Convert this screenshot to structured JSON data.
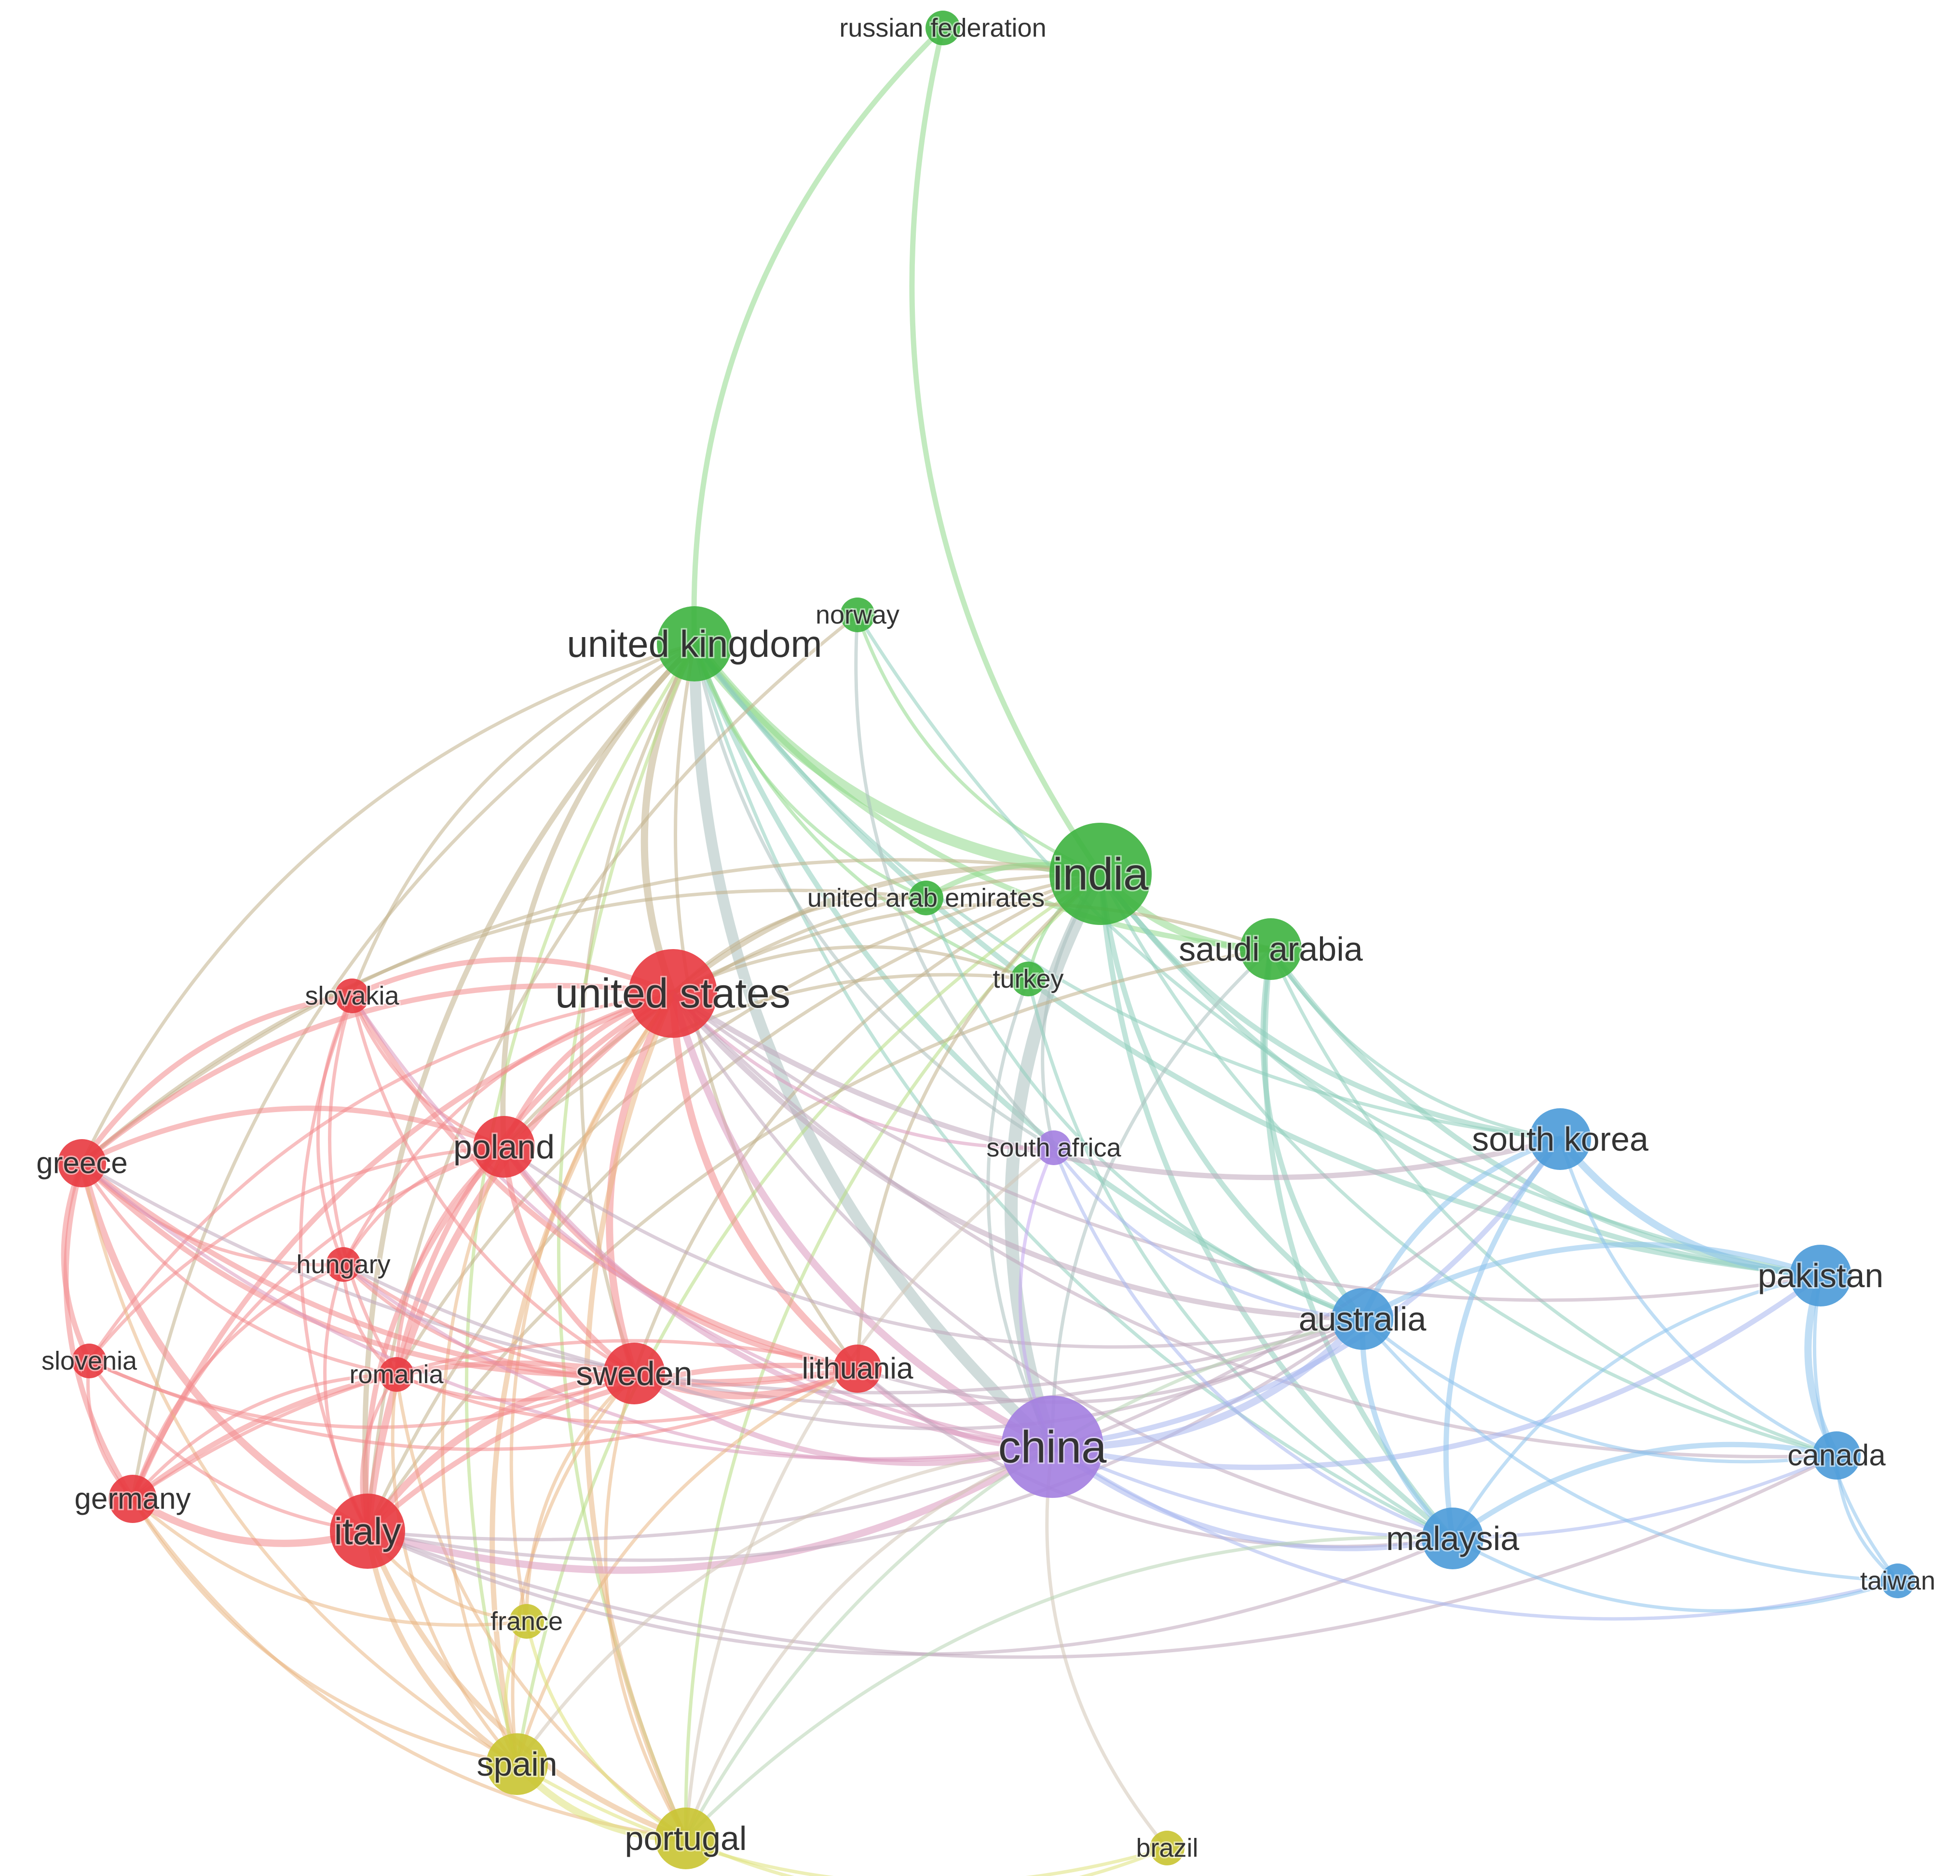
{
  "clusters": {
    "red": {
      "color": "#e8393f",
      "edge": "#f28a8c"
    },
    "green": {
      "color": "#3db33f",
      "edge": "#8fd88a"
    },
    "blue": {
      "color": "#4a9ad8",
      "edge": "#8cc3ec"
    },
    "yellow": {
      "color": "#c9c431",
      "edge": "#dfe27a"
    },
    "purple": {
      "color": "#a37ee0",
      "edge": "#c4a8f0"
    }
  },
  "nodes": [
    {
      "id": "russian_federation",
      "label": "russian federation",
      "cluster": "green",
      "weight": 1
    },
    {
      "id": "norway",
      "label": "norway",
      "cluster": "green",
      "weight": 1,
      "faded": true
    },
    {
      "id": "united_kingdom",
      "label": "united kingdom",
      "cluster": "green",
      "weight": 4
    },
    {
      "id": "india",
      "label": "india",
      "cluster": "green",
      "weight": 6
    },
    {
      "id": "united_arab_emirates",
      "label": "united arab emirates",
      "cluster": "green",
      "weight": 1,
      "faded": true
    },
    {
      "id": "saudi_arabia",
      "label": "saudi arabia",
      "cluster": "green",
      "weight": 3
    },
    {
      "id": "turkey",
      "label": "turkey",
      "cluster": "green",
      "weight": 1
    },
    {
      "id": "united_states",
      "label": "united states",
      "cluster": "red",
      "weight": 5
    },
    {
      "id": "slovakia",
      "label": "slovakia",
      "cluster": "red",
      "weight": 1
    },
    {
      "id": "poland",
      "label": "poland",
      "cluster": "red",
      "weight": 3
    },
    {
      "id": "greece",
      "label": "greece",
      "cluster": "red",
      "weight": 2
    },
    {
      "id": "hungary",
      "label": "hungary",
      "cluster": "red",
      "weight": 1
    },
    {
      "id": "slovenia",
      "label": "slovenia",
      "cluster": "red",
      "weight": 1
    },
    {
      "id": "romania",
      "label": "romania",
      "cluster": "red",
      "weight": 1
    },
    {
      "id": "sweden",
      "label": "sweden",
      "cluster": "red",
      "weight": 3
    },
    {
      "id": "lithuania",
      "label": "lithuania",
      "cluster": "red",
      "weight": 2
    },
    {
      "id": "germany",
      "label": "germany",
      "cluster": "red",
      "weight": 2
    },
    {
      "id": "italy",
      "label": "italy",
      "cluster": "red",
      "weight": 4
    },
    {
      "id": "south_africa",
      "label": "south africa",
      "cluster": "purple",
      "weight": 1
    },
    {
      "id": "china",
      "label": "china",
      "cluster": "purple",
      "weight": 6
    },
    {
      "id": "south_korea",
      "label": "south korea",
      "cluster": "blue",
      "weight": 3
    },
    {
      "id": "pakistan",
      "label": "pakistan",
      "cluster": "blue",
      "weight": 3
    },
    {
      "id": "australia",
      "label": "australia",
      "cluster": "blue",
      "weight": 3
    },
    {
      "id": "canada",
      "label": "canada",
      "cluster": "blue",
      "weight": 2
    },
    {
      "id": "malaysia",
      "label": "malaysia",
      "cluster": "blue",
      "weight": 3
    },
    {
      "id": "taiwan",
      "label": "taiwan",
      "cluster": "blue",
      "weight": 1
    },
    {
      "id": "france",
      "label": "france",
      "cluster": "yellow",
      "weight": 1
    },
    {
      "id": "spain",
      "label": "spain",
      "cluster": "yellow",
      "weight": 3
    },
    {
      "id": "portugal",
      "label": "portugal",
      "cluster": "yellow",
      "weight": 3
    },
    {
      "id": "brazil",
      "label": "brazil",
      "cluster": "yellow",
      "weight": 1
    }
  ],
  "links": [
    [
      "russian_federation",
      "united_kingdom",
      2
    ],
    [
      "russian_federation",
      "india",
      2
    ],
    [
      "united_kingdom",
      "india",
      5
    ],
    [
      "united_kingdom",
      "china",
      5
    ],
    [
      "united_kingdom",
      "united_states",
      3
    ],
    [
      "united_kingdom",
      "saudi_arabia",
      2
    ],
    [
      "united_kingdom",
      "australia",
      2
    ],
    [
      "united_kingdom",
      "pakistan",
      2
    ],
    [
      "united_kingdom",
      "malaysia",
      1
    ],
    [
      "united_kingdom",
      "greece",
      1
    ],
    [
      "united_kingdom",
      "italy",
      2
    ],
    [
      "united_kingdom",
      "poland",
      2
    ],
    [
      "united_kingdom",
      "turkey",
      1
    ],
    [
      "united_kingdom",
      "united_arab_emirates",
      1
    ],
    [
      "united_kingdom",
      "sweden",
      1
    ],
    [
      "united_kingdom",
      "south_korea",
      1
    ],
    [
      "united_kingdom",
      "germany",
      1
    ],
    [
      "united_kingdom",
      "spain",
      1
    ],
    [
      "united_kingdom",
      "slovakia",
      1
    ],
    [
      "united_kingdom",
      "south_africa",
      1
    ],
    [
      "united_kingdom",
      "portugal",
      1
    ],
    [
      "united_kingdom",
      "lithuania",
      1
    ],
    [
      "norway",
      "india",
      1
    ],
    [
      "norway",
      "south_africa",
      1
    ],
    [
      "norway",
      "pakistan",
      1
    ],
    [
      "norway",
      "italy",
      1
    ],
    [
      "india",
      "china",
      6
    ],
    [
      "india",
      "saudi_arabia",
      3
    ],
    [
      "india",
      "united_states",
      2
    ],
    [
      "india",
      "australia",
      2
    ],
    [
      "india",
      "malaysia",
      2
    ],
    [
      "india",
      "pakistan",
      2
    ],
    [
      "india",
      "south_korea",
      2
    ],
    [
      "india",
      "greece",
      1
    ],
    [
      "india",
      "italy",
      1
    ],
    [
      "india",
      "poland",
      1
    ],
    [
      "india",
      "sweden",
      1
    ],
    [
      "india",
      "portugal",
      1
    ],
    [
      "india",
      "united_arab_emirates",
      2
    ],
    [
      "india",
      "turkey",
      1
    ],
    [
      "india",
      "lithuania",
      1
    ],
    [
      "india",
      "canada",
      1
    ],
    [
      "india",
      "south_africa",
      1
    ],
    [
      "india",
      "spain",
      1
    ],
    [
      "india",
      "romania",
      1
    ],
    [
      "saudi_arabia",
      "pakistan",
      2
    ],
    [
      "saudi_arabia",
      "malaysia",
      2
    ],
    [
      "saudi_arabia",
      "australia",
      2
    ],
    [
      "saudi_arabia",
      "south_korea",
      1
    ],
    [
      "saudi_arabia",
      "china",
      1
    ],
    [
      "saudi_arabia",
      "united_states",
      1
    ],
    [
      "saudi_arabia",
      "canada",
      1
    ],
    [
      "saudi_arabia",
      "italy",
      1
    ],
    [
      "turkey",
      "china",
      1
    ],
    [
      "turkey",
      "poland",
      1
    ],
    [
      "turkey",
      "malaysia",
      1
    ],
    [
      "turkey",
      "united_states",
      1
    ],
    [
      "united_arab_emirates",
      "australia",
      1
    ],
    [
      "united_arab_emirates",
      "greece",
      1
    ],
    [
      "united_arab_emirates",
      "united_states",
      1
    ],
    [
      "united_states",
      "china",
      3
    ],
    [
      "united_states",
      "poland",
      2
    ],
    [
      "united_states",
      "sweden",
      3
    ],
    [
      "united_states",
      "italy",
      3
    ],
    [
      "united_states",
      "lithuania",
      3
    ],
    [
      "united_states",
      "greece",
      2
    ],
    [
      "united_states",
      "slovakia",
      2
    ],
    [
      "united_states",
      "germany",
      2
    ],
    [
      "united_states",
      "hungary",
      1
    ],
    [
      "united_states",
      "romania",
      2
    ],
    [
      "united_states",
      "slovenia",
      1
    ],
    [
      "united_states",
      "spain",
      2
    ],
    [
      "united_states",
      "portugal",
      2
    ],
    [
      "united_states",
      "australia",
      2
    ],
    [
      "united_states",
      "south_korea",
      2
    ],
    [
      "united_states",
      "malaysia",
      1
    ],
    [
      "united_states",
      "pakistan",
      1
    ],
    [
      "united_states",
      "canada",
      1
    ],
    [
      "united_states",
      "south_africa",
      1
    ],
    [
      "united_states",
      "france",
      1
    ],
    [
      "slovakia",
      "greece",
      2
    ],
    [
      "slovakia",
      "poland",
      1
    ],
    [
      "slovakia",
      "sweden",
      1
    ],
    [
      "slovakia",
      "italy",
      1
    ],
    [
      "slovakia",
      "lithuania",
      2
    ],
    [
      "slovakia",
      "hungary",
      1
    ],
    [
      "slovakia",
      "romania",
      1
    ],
    [
      "slovakia",
      "china",
      1
    ],
    [
      "poland",
      "sweden",
      2
    ],
    [
      "poland",
      "lithuania",
      2
    ],
    [
      "poland",
      "italy",
      2
    ],
    [
      "poland",
      "greece",
      2
    ],
    [
      "poland",
      "germany",
      1
    ],
    [
      "poland",
      "romania",
      1
    ],
    [
      "poland",
      "china",
      2
    ],
    [
      "poland",
      "australia",
      1
    ],
    [
      "poland",
      "hungary",
      1
    ],
    [
      "poland",
      "spain",
      1
    ],
    [
      "poland",
      "slovenia",
      1
    ],
    [
      "greece",
      "italy",
      3
    ],
    [
      "greece",
      "germany",
      2
    ],
    [
      "greece",
      "sweden",
      2
    ],
    [
      "greece",
      "lithuania",
      2
    ],
    [
      "greece",
      "slovenia",
      2
    ],
    [
      "greece",
      "romania",
      1
    ],
    [
      "greece",
      "hungary",
      1
    ],
    [
      "greece",
      "china",
      1
    ],
    [
      "greece",
      "spain",
      1
    ],
    [
      "greece",
      "australia",
      1
    ],
    [
      "hungary",
      "romania",
      1
    ],
    [
      "hungary",
      "sweden",
      1
    ],
    [
      "hungary",
      "italy",
      1
    ],
    [
      "hungary",
      "lithuania",
      1
    ],
    [
      "hungary",
      "germany",
      1
    ],
    [
      "hungary",
      "china",
      1
    ],
    [
      "hungary",
      "australia",
      1
    ],
    [
      "slovenia",
      "germany",
      1
    ],
    [
      "slovenia",
      "italy",
      1
    ],
    [
      "slovenia",
      "sweden",
      1
    ],
    [
      "slovenia",
      "lithuania",
      1
    ],
    [
      "romania",
      "sweden",
      1
    ],
    [
      "romania",
      "italy",
      1
    ],
    [
      "romania",
      "lithuania",
      1
    ],
    [
      "romania",
      "germany",
      1
    ],
    [
      "romania",
      "spain",
      1
    ],
    [
      "romania",
      "portugal",
      1
    ],
    [
      "sweden",
      "lithuania",
      3
    ],
    [
      "sweden",
      "italy",
      3
    ],
    [
      "sweden",
      "germany",
      2
    ],
    [
      "sweden",
      "china",
      2
    ],
    [
      "sweden",
      "spain",
      1
    ],
    [
      "sweden",
      "portugal",
      1
    ],
    [
      "sweden",
      "australia",
      1
    ],
    [
      "sweden",
      "france",
      1
    ],
    [
      "lithuania",
      "china",
      2
    ],
    [
      "lithuania",
      "italy",
      2
    ],
    [
      "lithuania",
      "australia",
      1
    ],
    [
      "lithuania",
      "germany",
      1
    ],
    [
      "lithuania",
      "spain",
      1
    ],
    [
      "lithuania",
      "malaysia",
      1
    ],
    [
      "germany",
      "italy",
      3
    ],
    [
      "germany",
      "spain",
      1
    ],
    [
      "germany",
      "portugal",
      1
    ],
    [
      "germany",
      "france",
      1
    ],
    [
      "italy",
      "china",
      3
    ],
    [
      "italy",
      "spain",
      2
    ],
    [
      "italy",
      "portugal",
      2
    ],
    [
      "italy",
      "france",
      1
    ],
    [
      "italy",
      "malaysia",
      1
    ],
    [
      "italy",
      "australia",
      1
    ],
    [
      "italy",
      "canada",
      1
    ],
    [
      "italy",
      "south_korea",
      1
    ],
    [
      "south_africa",
      "china",
      1
    ],
    [
      "south_africa",
      "australia",
      1
    ],
    [
      "south_africa",
      "malaysia",
      1
    ],
    [
      "south_africa",
      "portugal",
      1
    ],
    [
      "china",
      "australia",
      3
    ],
    [
      "china",
      "south_korea",
      2
    ],
    [
      "china",
      "pakistan",
      2
    ],
    [
      "china",
      "malaysia",
      2
    ],
    [
      "china",
      "canada",
      1
    ],
    [
      "china",
      "brazil",
      1
    ],
    [
      "china",
      "portugal",
      1
    ],
    [
      "china",
      "spain",
      1
    ],
    [
      "china",
      "taiwan",
      1
    ],
    [
      "south_korea",
      "pakistan",
      3
    ],
    [
      "south_korea",
      "australia",
      2
    ],
    [
      "south_korea",
      "malaysia",
      2
    ],
    [
      "south_korea",
      "canada",
      1
    ],
    [
      "pakistan",
      "canada",
      3
    ],
    [
      "pakistan",
      "australia",
      2
    ],
    [
      "pakistan",
      "malaysia",
      1
    ],
    [
      "pakistan",
      "taiwan",
      1
    ],
    [
      "australia",
      "malaysia",
      2
    ],
    [
      "australia",
      "canada",
      1
    ],
    [
      "australia",
      "taiwan",
      1
    ],
    [
      "australia",
      "portugal",
      1
    ],
    [
      "canada",
      "taiwan",
      1
    ],
    [
      "canada",
      "malaysia",
      2
    ],
    [
      "malaysia",
      "taiwan",
      1
    ],
    [
      "malaysia",
      "portugal",
      1
    ],
    [
      "france",
      "spain",
      1
    ],
    [
      "france",
      "portugal",
      1
    ],
    [
      "spain",
      "portugal",
      3
    ],
    [
      "spain",
      "brazil",
      1
    ],
    [
      "portugal",
      "brazil",
      1
    ]
  ]
}
